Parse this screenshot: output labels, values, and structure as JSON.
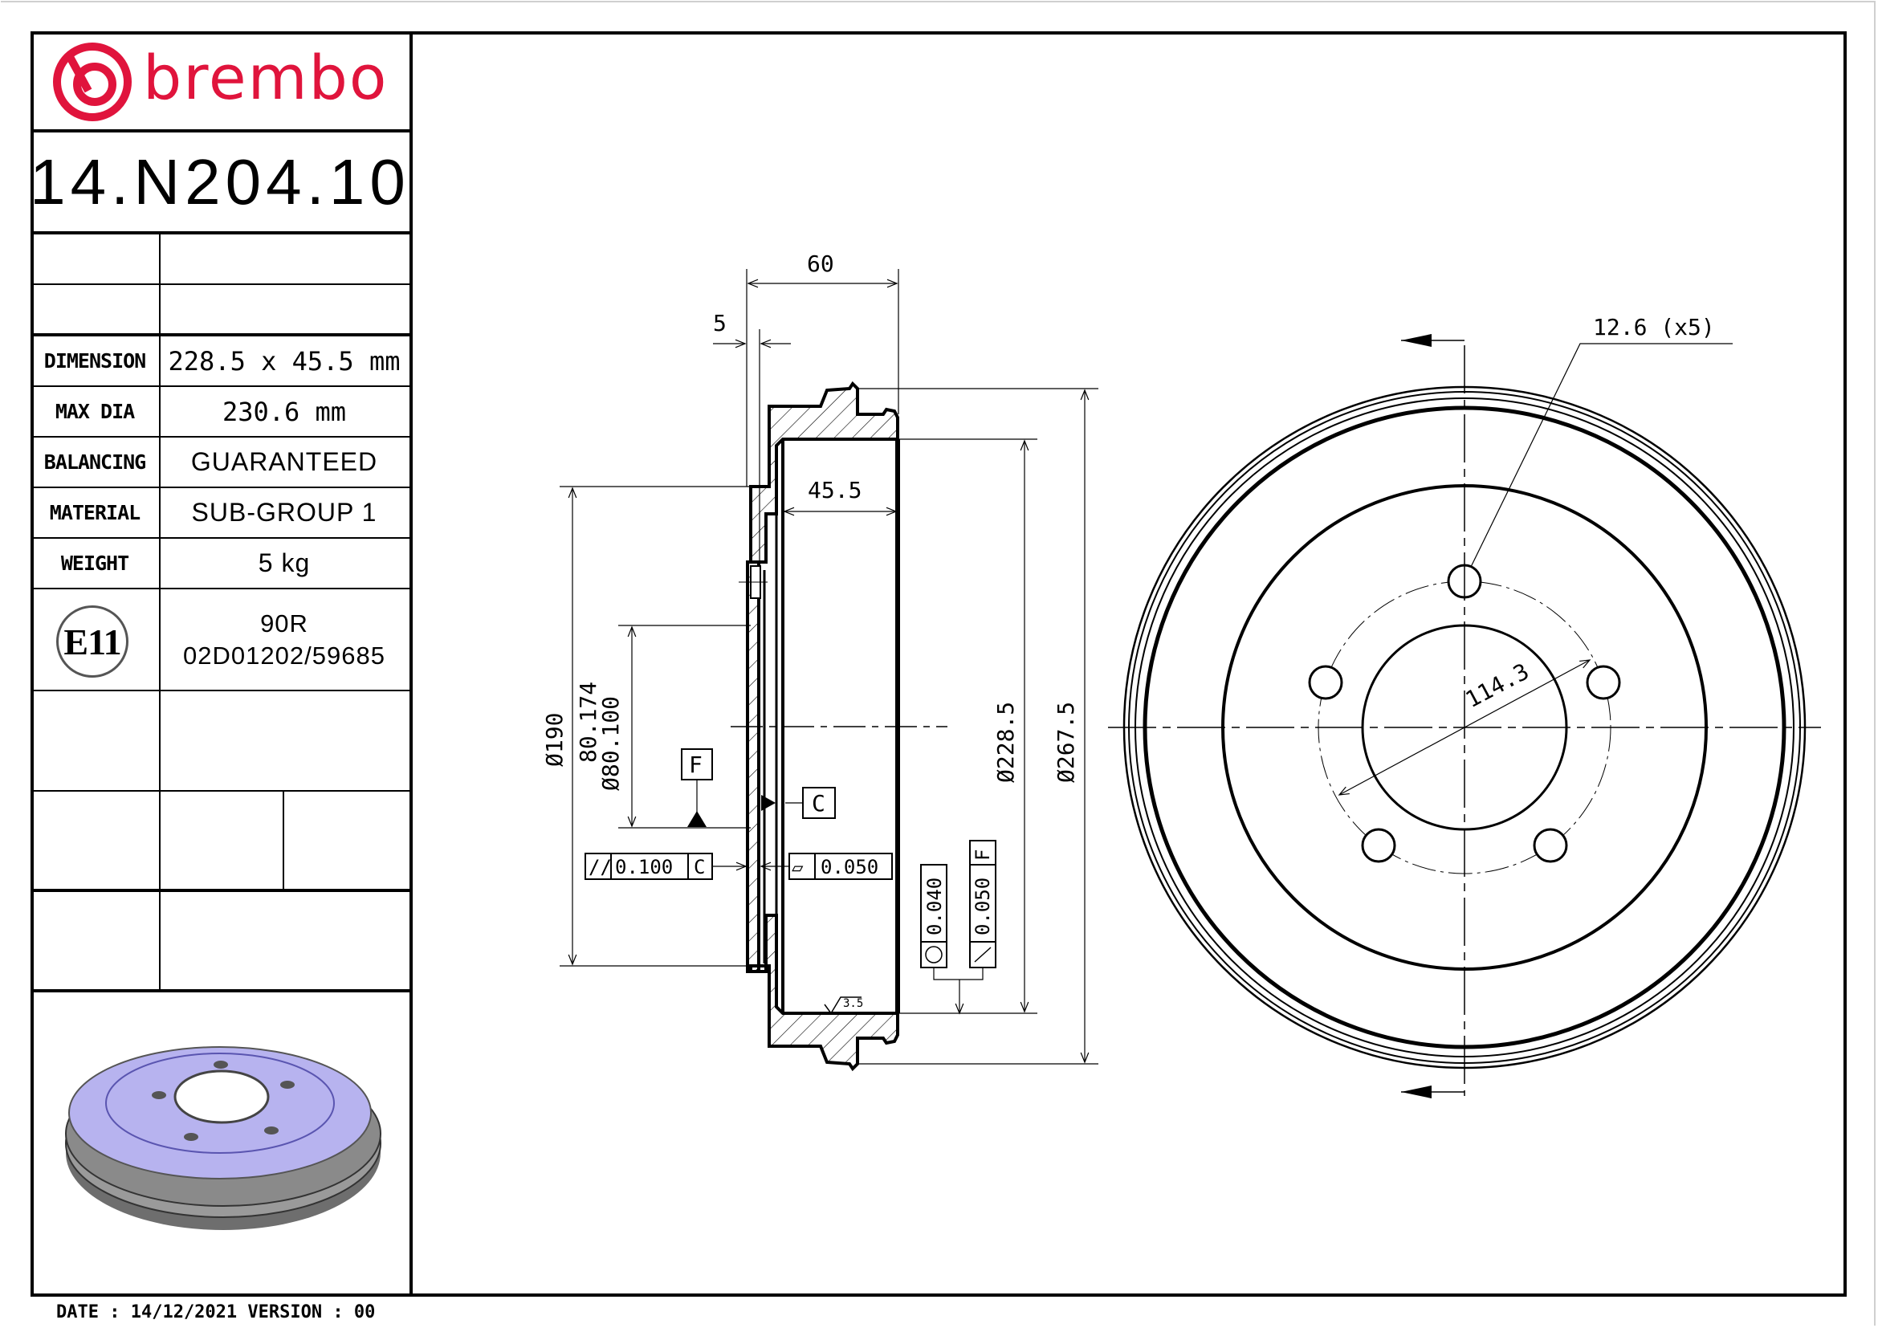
{
  "title_block": {
    "brand": "brembo",
    "part_number": "14.N204.10",
    "specs": [
      {
        "label": "DIMENSION",
        "value": "228.5 x 45.5 mm"
      },
      {
        "label": "MAX DIA",
        "value": "230.6 mm"
      },
      {
        "label": "BALANCING",
        "value": "GUARANTEED"
      },
      {
        "label": "MATERIAL",
        "value": "SUB-GROUP 1"
      },
      {
        "label": "WEIGHT",
        "value": "5 kg"
      }
    ],
    "approval": {
      "mark": "E11",
      "line1": "90R",
      "line2": "02D01202/59685"
    }
  },
  "footer": {
    "text": "DATE : 14/12/2021 VERSION : 00",
    "date": "14/12/2021",
    "version": "00"
  },
  "section_view": {
    "dim_overall_width": "60",
    "dim_flange": "5",
    "dim_braking_width": "45.5",
    "dim_dia_190": "Ø190",
    "dim_dia_80_174": "80.174",
    "dim_dia_80_100": "Ø80.100",
    "dim_dia_228_5": "Ø228.5",
    "dim_dia_267_5": "Ø267.5",
    "datum_f": "F",
    "datum_c": "C",
    "tol_parallelism": {
      "symbol": "//",
      "value": "0.100",
      "datum": "C"
    },
    "tol_flatness": {
      "symbol": "▱",
      "value": "0.050"
    },
    "tol_circularity": {
      "symbol": "○",
      "value": "0.040"
    },
    "tol_runout": {
      "symbol": "↗",
      "value": "0.050",
      "datum": "F"
    },
    "surface_finish": "3.5"
  },
  "front_view": {
    "hole_callout": "12.6 (x5)",
    "pcd": "114.3"
  },
  "colors": {
    "brand_red": "#e0143c",
    "render_fill": "#b7b3ef",
    "line": "#000000"
  }
}
